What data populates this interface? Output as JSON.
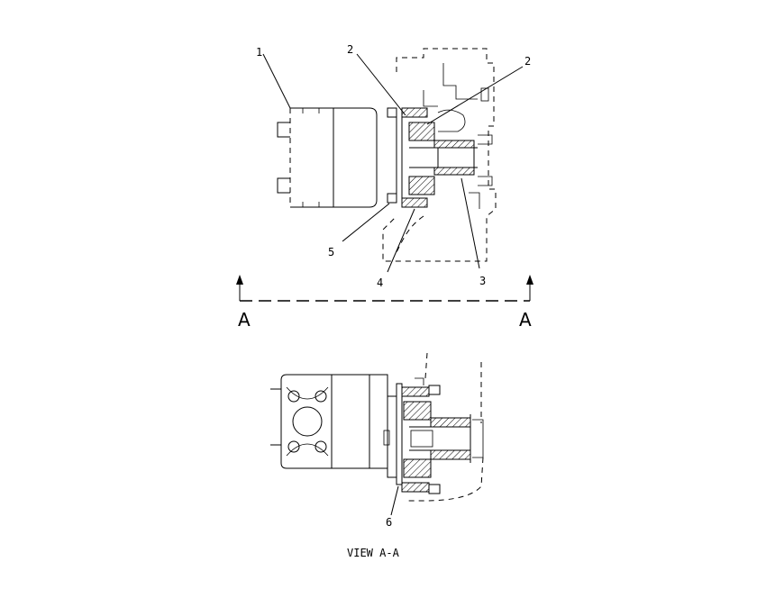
{
  "callouts": {
    "c1": "1",
    "c2a": "2",
    "c2b": "2",
    "c3": "3",
    "c4": "4",
    "c5": "5",
    "c6": "6"
  },
  "section": {
    "left_letter": "A",
    "right_letter": "A"
  },
  "caption": "VIEW A-A"
}
